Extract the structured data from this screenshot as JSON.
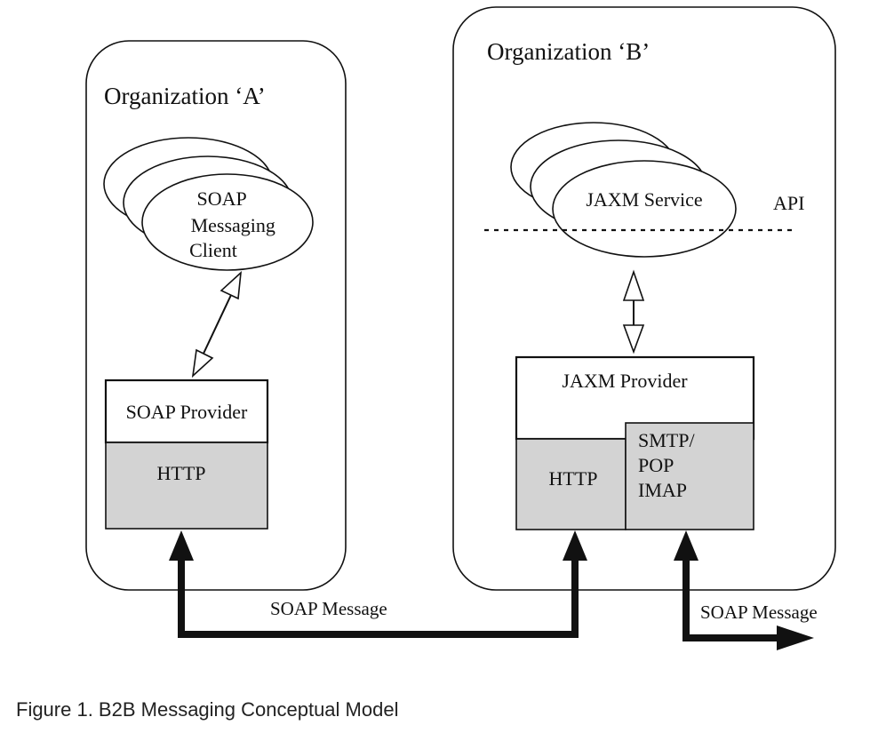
{
  "org_a": {
    "title": "Organization ‘A’",
    "client_lines": [
      "SOAP",
      "Messaging",
      "Client"
    ],
    "provider_label": "SOAP Provider",
    "http_label": "HTTP"
  },
  "org_b": {
    "title": "Organization ‘B’",
    "service_label": "JAXM Service",
    "api_label": "API",
    "provider_label": "JAXM Provider",
    "http_label": "HTTP",
    "mail_lines": [
      "SMTP/",
      "POP",
      "IMAP"
    ]
  },
  "messages": {
    "between_orgs": "SOAP Message",
    "outgoing": "SOAP Message"
  },
  "caption": "Figure 1. B2B Messaging Conceptual Model",
  "colors": {
    "line": "#111111",
    "shaded": "#d3d3d3",
    "background": "#ffffff"
  }
}
